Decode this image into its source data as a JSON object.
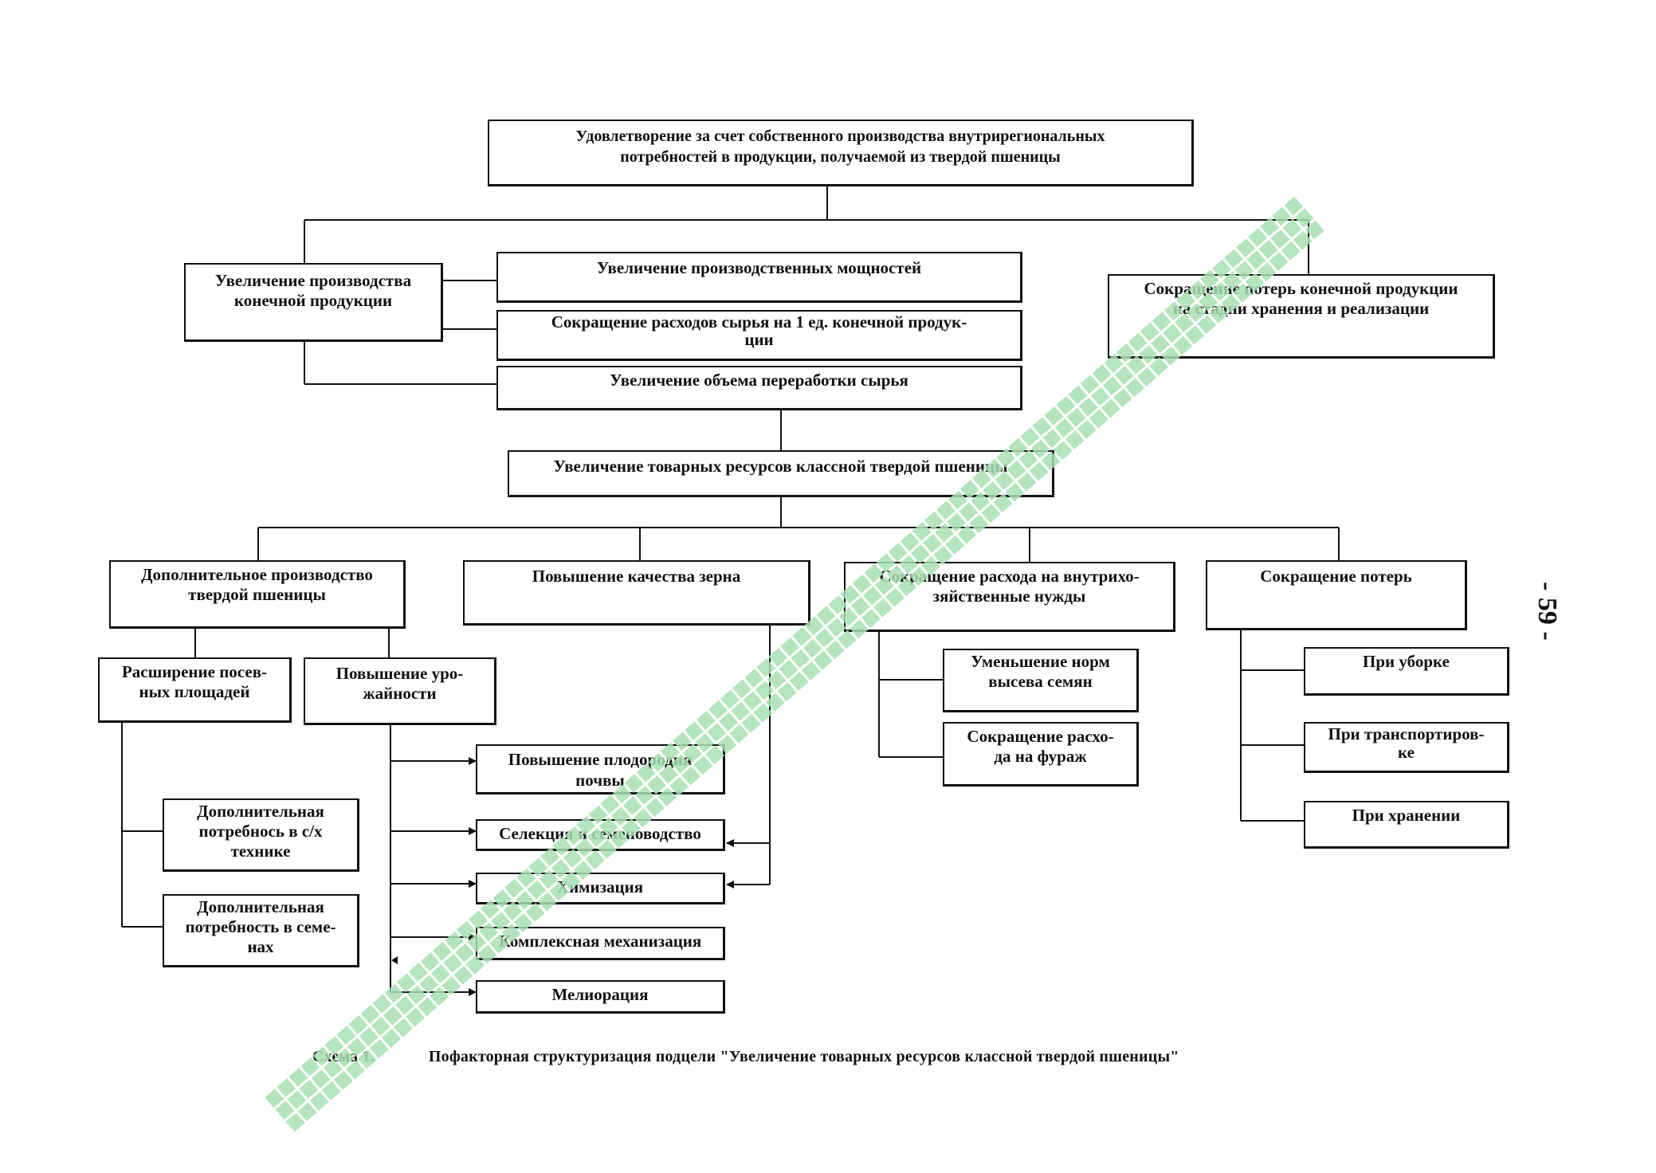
{
  "diagram": {
    "root": "Удовлетворение за счет собственного производства внутрирегиональных\nпотребностей в продукции, получаемой из твердой пшеницы",
    "increase_production": "Увеличение производства\nконечной продукции",
    "increase_capacity": "Увеличение производственных мощностей",
    "reduce_raw_consumption": "Сокращение расходов сырья на 1 ед. конечной продук-\nции",
    "increase_processing": "Увеличение объема переработки сырья",
    "reduce_final_losses": "Сокращение потерь конечной продукции\nна стадии хранения и реализации",
    "increase_resources": "Увеличение товарных ресурсов классной твердой пшеницы",
    "additional_production": "Дополнительное производство\nтвердой пшеницы",
    "grain_quality": "Повышение качества зерна",
    "reduce_internal_use": "Сокращение расхода на внутрихо-\nзяйственные нужды",
    "reduce_losses": "Сокращение потерь",
    "expand_area": "Расширение посев-\nных площадей",
    "increase_yield": "Повышение уро-\nжайности",
    "reduce_seeding_rate": "Уменьшение норм\nвысева семян",
    "reduce_feed_use": "Сокращение расхо-\nда на фураж",
    "at_harvest": "При уборке",
    "at_transport": "При транспортиров-\nке",
    "at_storage": "При хранении",
    "soil_fertility": "Повышение плодородия\nпочвы",
    "selection": "Селекция и семеноводство",
    "chemicalization": "Химизация",
    "mechanization": "Комплексная механизация",
    "melioration": "Мелиорация",
    "extra_machinery": "Дополнительная\nпотребнось в с/х\nтехнике",
    "extra_seeds": "Дополнительная\nпотребность в семе-\nнах"
  },
  "caption": {
    "label": "Схема 1.",
    "text": "Пофакторная структуризация подцели  \"Увеличение товарных ресурсов классной твердой пшеницы\""
  },
  "page_number": "- 59 -",
  "colors": {
    "ink": "#111111",
    "watermark": "#a8e0b4"
  }
}
